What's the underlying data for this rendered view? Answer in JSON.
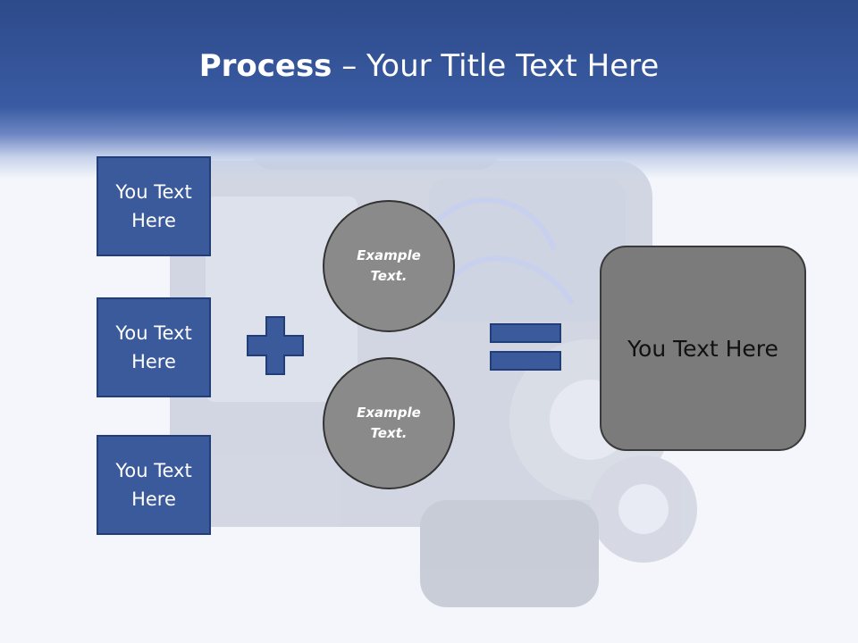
{
  "title": {
    "bold": "Process",
    "rest": " – Your Title Text Here"
  },
  "left_boxes": [
    "You Text\nHere",
    "You Text\nHere",
    "You Text\nHere"
  ],
  "circles": [
    "Example\nText.",
    "Example\nText."
  ],
  "result_box": "You Text Here",
  "colors": {
    "header_blue": "#3a5ba3",
    "box_fill": "#3b5a9c",
    "box_border": "#223e78",
    "circle_fill": "#8a8a8a",
    "result_fill": "#7b7b7b",
    "operator_fill": "#3b5a9c"
  },
  "icons": [
    "plus-icon",
    "equals-icon",
    "engine-background-image"
  ]
}
